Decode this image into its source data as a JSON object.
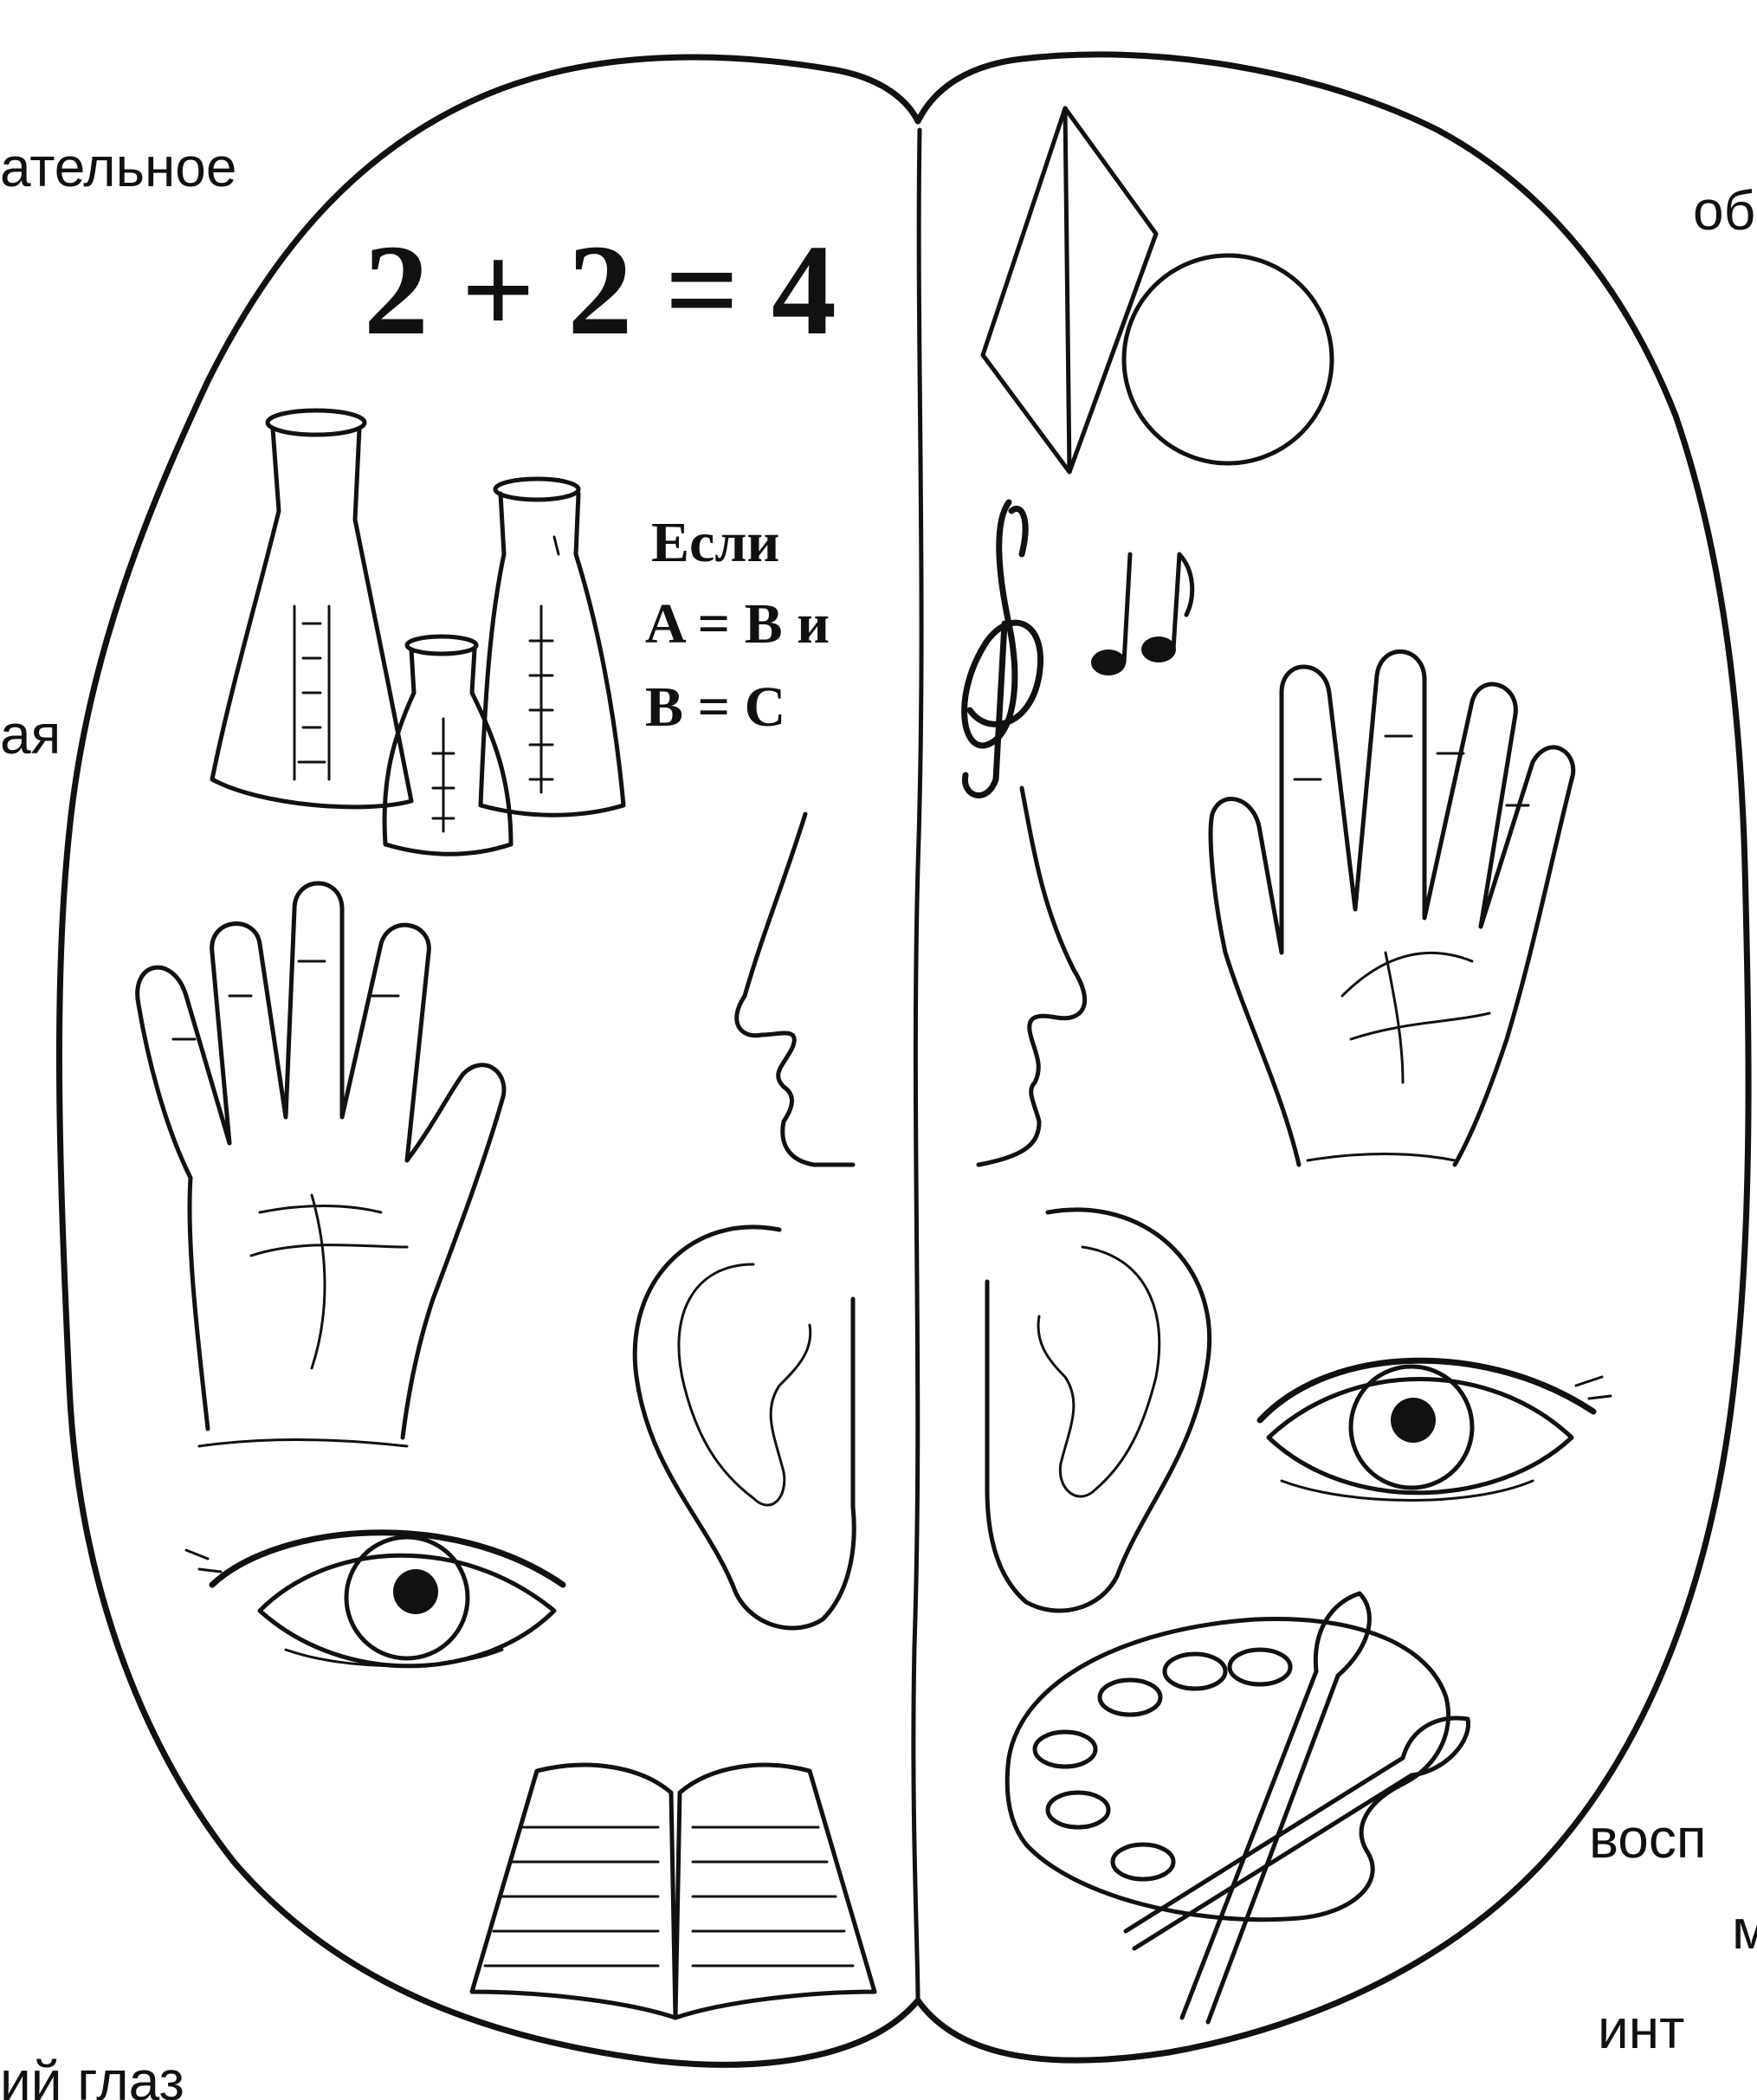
{
  "labels": {
    "left_top": "ательное",
    "left_mid": "ая",
    "left_bottom": "ий глаз",
    "right_top": "об",
    "right_bottom_1": "восп",
    "right_bottom_2": "м",
    "right_bottom_3": "инт"
  },
  "left_hemisphere": {
    "equation": "2 + 2 = 4",
    "logic_line1": "Если",
    "logic_line2": "A = B и",
    "logic_line3": "B = C"
  },
  "icons": {
    "left": [
      "flasks-icon",
      "left-hand-icon",
      "nose-profile-icon",
      "ear-icon",
      "eye-icon",
      "open-book-icon"
    ],
    "right": [
      "geometry-shapes-icon",
      "treble-clef-icon",
      "music-notes-icon",
      "right-hand-icon",
      "nose-profile-icon",
      "ear-icon",
      "eye-icon",
      "palette-icon",
      "brushes-icon"
    ]
  }
}
